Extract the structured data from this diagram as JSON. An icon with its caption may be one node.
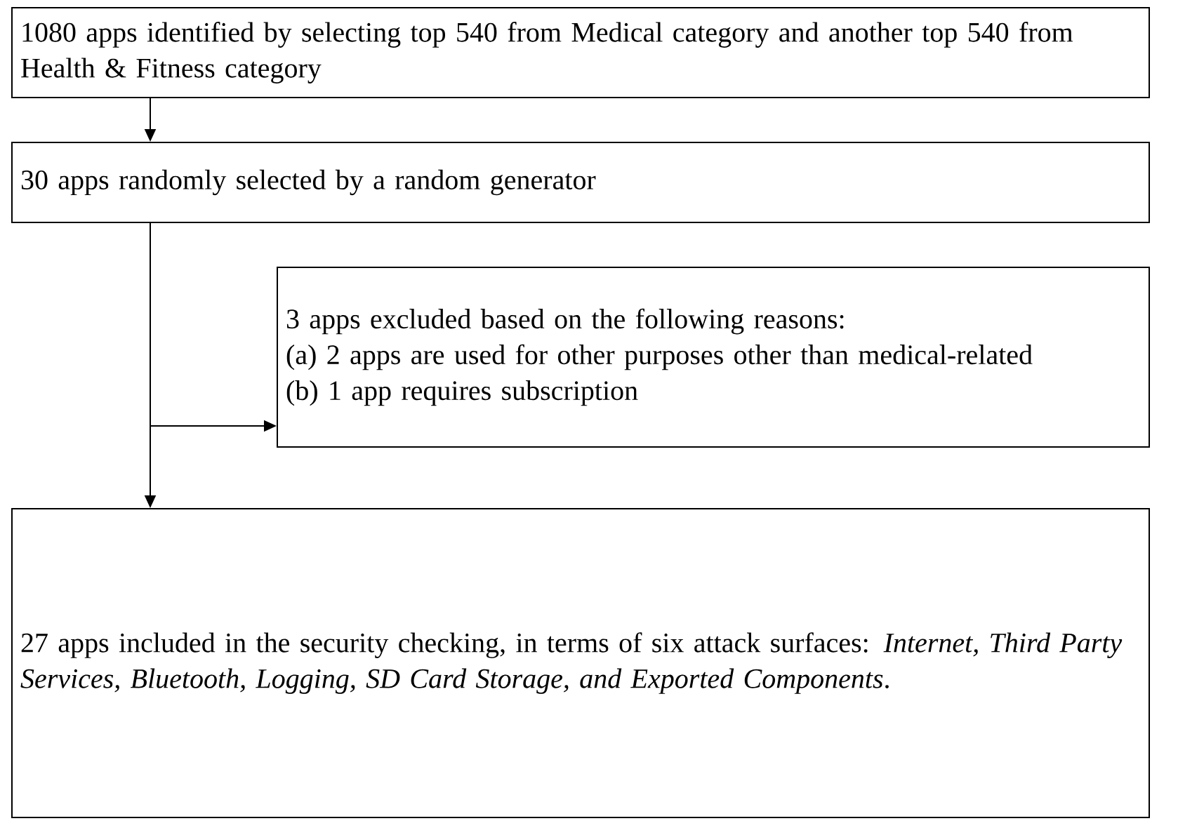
{
  "diagram": {
    "nodes": [
      {
        "text": [
          "1080 apps identified by selecting top 540 from Medical category and another top 540 from Health & Fitness category"
        ]
      },
      {
        "text": [
          "30 apps randomly selected by a random generator"
        ]
      },
      {
        "text": [
          "3 apps excluded based on the following reasons:",
          "(a) 2 apps are used for other purposes other than medical-related",
          "(b) 1 app requires subscription"
        ]
      },
      {
        "text": [
          "27 apps included in the security checking, in terms of six attack surfaces: *Internet, Third Party Services, Bluetooth, Logging, SD Card Storage, and Exported Components*."
        ]
      }
    ],
    "edges": [
      {
        "from": 0,
        "to": 1,
        "arrow": "to"
      },
      {
        "from": 1,
        "to": 2,
        "arrow": "to"
      },
      {
        "from": 1,
        "to": 3,
        "arrow": "to"
      }
    ]
  }
}
